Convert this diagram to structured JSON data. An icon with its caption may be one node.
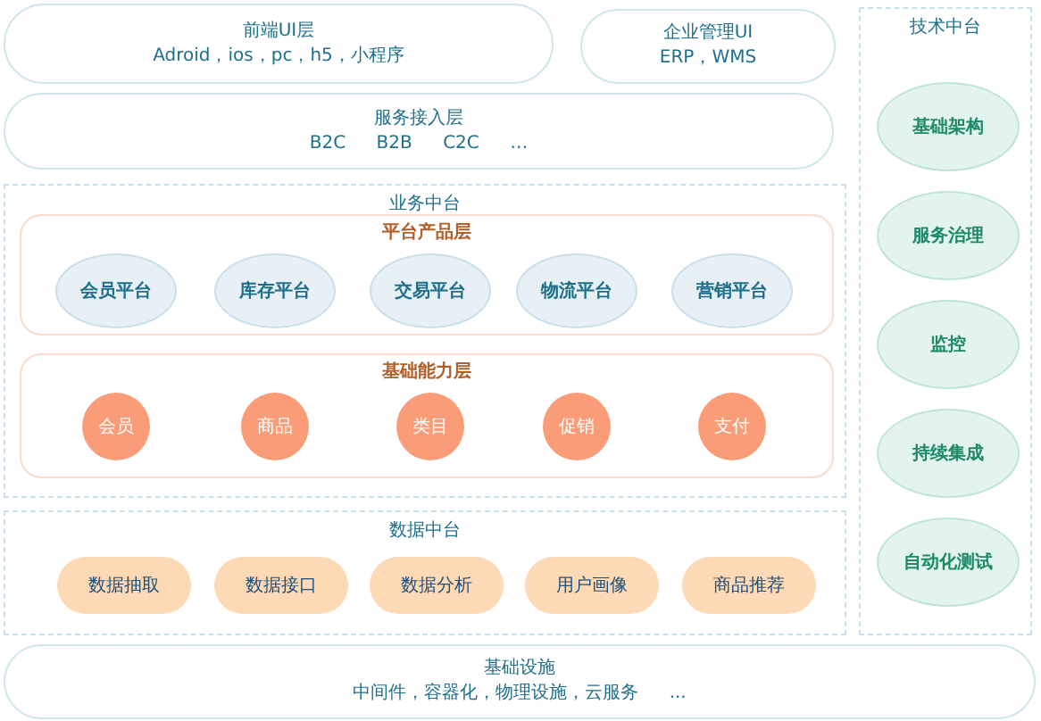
{
  "diagram": {
    "nodes": [
      {
        "text": [
          "前端UI层",
          "Adroid，ios，pc，h5，小程序"
        ]
      },
      {
        "text": [
          "企业管理UI",
          "ERP，WMS"
        ]
      },
      {
        "text": [
          "服务接入层",
          "B2C B2B C2C …"
        ]
      },
      {
        "text": [
          "业务中台"
        ]
      },
      {
        "text": [
          "平台产品层"
        ],
        "in": 3
      },
      {
        "text": [
          "会员平台"
        ],
        "in": 4
      },
      {
        "text": [
          "库存平台"
        ],
        "in": 4
      },
      {
        "text": [
          "交易平台"
        ],
        "in": 4
      },
      {
        "text": [
          "物流平台"
        ],
        "in": 4
      },
      {
        "text": [
          "营销平台"
        ],
        "in": 4
      },
      {
        "text": [
          "基础能力层"
        ],
        "in": 3
      },
      {
        "text": [
          "会员"
        ],
        "in": 10
      },
      {
        "text": [
          "商品"
        ],
        "in": 10
      },
      {
        "text": [
          "类目"
        ],
        "in": 10
      },
      {
        "text": [
          "促销"
        ],
        "in": 10
      },
      {
        "text": [
          "支付"
        ],
        "in": 10
      },
      {
        "text": [
          "数据中台"
        ]
      },
      {
        "text": [
          "数据抽取"
        ],
        "in": 16
      },
      {
        "text": [
          "数据接口"
        ],
        "in": 16
      },
      {
        "text": [
          "数据分析"
        ],
        "in": 16
      },
      {
        "text": [
          "用户画像"
        ],
        "in": 16
      },
      {
        "text": [
          "商品推荐"
        ],
        "in": 16
      },
      {
        "text": [
          "技术中台"
        ]
      },
      {
        "text": [
          "基础架构"
        ],
        "in": 22
      },
      {
        "text": [
          "服务治理"
        ],
        "in": 22
      },
      {
        "text": [
          "监控"
        ],
        "in": 22
      },
      {
        "text": [
          "持续集成"
        ],
        "in": 22
      },
      {
        "text": [
          "自动化测试"
        ],
        "in": 22
      },
      {
        "text": [
          "基础设施",
          "中间件，容器化，物理设施，云服务 ..."
        ]
      }
    ]
  }
}
